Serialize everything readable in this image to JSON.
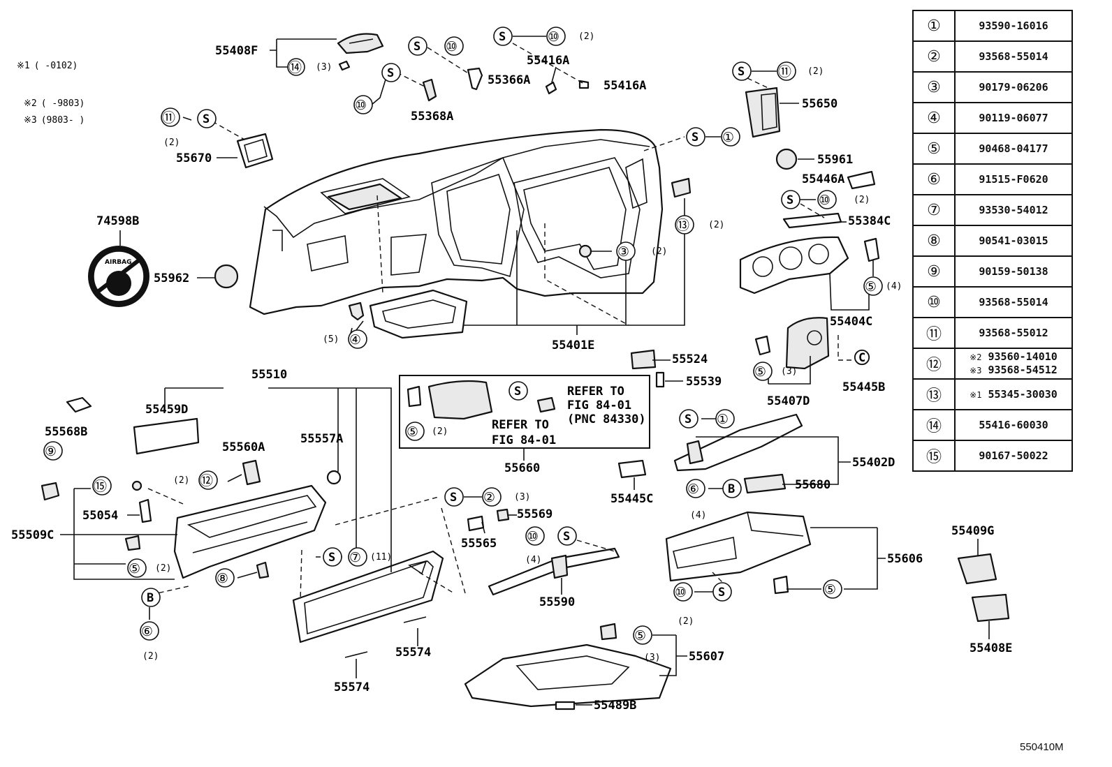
{
  "notes": [
    {
      "mark": "※1",
      "text": "(      -0102)"
    },
    {
      "mark": "※2",
      "text": "(      -9803)"
    },
    {
      "mark": "※3",
      "text": "(9803-      )"
    }
  ],
  "callout_labels": {
    "c1": "①",
    "c2": "②",
    "c3": "③",
    "c4": "④",
    "c5": "⑤",
    "c6": "⑥",
    "c7": "⑦",
    "c8": "⑧",
    "c9": "⑨",
    "c10": "⑩",
    "c11": "⑪",
    "c12": "⑫",
    "c13": "⑬",
    "c14": "⑭",
    "c15": "⑮",
    "s": "S",
    "b": "B",
    "c": "C"
  },
  "part_numbers": {
    "p55408F": "55408F",
    "p55416A_1": "55416A",
    "p55416A_2": "55416A",
    "p55366A": "55366A",
    "p55368A": "55368A",
    "p55670": "55670",
    "p55650": "55650",
    "p55961": "55961",
    "p55446A": "55446A",
    "p55384C": "55384C",
    "p74598B": "74598B",
    "p55962": "55962",
    "p55404C": "55404C",
    "p55401E": "55401E",
    "p55524": "55524",
    "p55539": "55539",
    "p55445B": "55445B",
    "p55407D": "55407D",
    "p55510": "55510",
    "p55459D": "55459D",
    "p55568B": "55568B",
    "p55560A": "55560A",
    "p55557A": "55557A",
    "p55660": "55660",
    "p55402D": "55402D",
    "p55680": "55680",
    "p55445C": "55445C",
    "p55054": "55054",
    "p55509C": "55509C",
    "p55569": "55569",
    "p55565": "55565",
    "p55606": "55606",
    "p55409G": "55409G",
    "p55590": "55590",
    "p55408E": "55408E",
    "p55574_1": "55574",
    "p55574_2": "55574",
    "p55607": "55607",
    "p55489B": "55489B"
  },
  "qty": {
    "q2": "(2)",
    "q3": "(3)",
    "q4": "(4)",
    "q5": "(5)",
    "q11": "(11)"
  },
  "refer_box": {
    "line1": "REFER TO",
    "line2": "FIG 84-01",
    "line3": "(PNC 84330)",
    "line4": "REFER TO",
    "line5": "FIG 84-01"
  },
  "airbag_text": "AIRBAG",
  "fastener_table": [
    {
      "key": "①",
      "value": "93590-16016"
    },
    {
      "key": "②",
      "value": "93568-55014"
    },
    {
      "key": "③",
      "value": "90179-06206"
    },
    {
      "key": "④",
      "value": "90119-06077"
    },
    {
      "key": "⑤",
      "value": "90468-04177"
    },
    {
      "key": "⑥",
      "value": "91515-F0620"
    },
    {
      "key": "⑦",
      "value": "93530-54012"
    },
    {
      "key": "⑧",
      "value": "90541-03015"
    },
    {
      "key": "⑨",
      "value": "90159-50138"
    },
    {
      "key": "⑩",
      "value": "93568-55014"
    },
    {
      "key": "⑪",
      "value": "93568-55012"
    },
    {
      "key": "⑫",
      "note_a": "※2",
      "value_a": "93560-14010",
      "note_b": "※3",
      "value_b": "93568-54512"
    },
    {
      "key": "⑬",
      "note": "※1",
      "value": "55345-30030"
    },
    {
      "key": "⑭",
      "value": "55416-60030"
    },
    {
      "key": "⑮",
      "value": "90167-50022"
    }
  ],
  "diagram_id": "550410M"
}
